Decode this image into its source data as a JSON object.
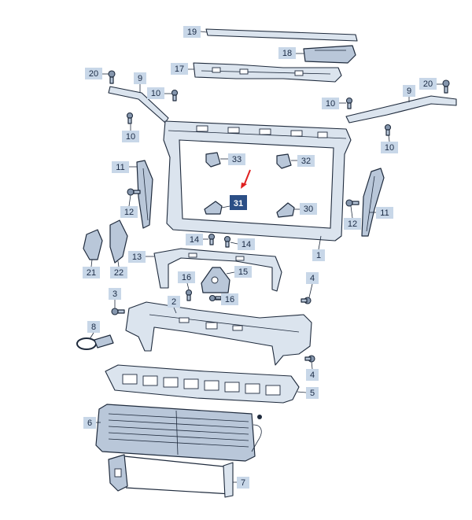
{
  "diagram": {
    "highlighted_part": "31",
    "arrow_color": "#e02020",
    "badge_color": "#c8d7e8",
    "highlight_color": "#2c4f86",
    "callouts": {
      "c1": "1",
      "c2": "2",
      "c3": "3",
      "c4a": "4",
      "c4b": "4",
      "c5": "5",
      "c6": "6",
      "c7": "7",
      "c8": "8",
      "c9a": "9",
      "c9b": "9",
      "c10a": "10",
      "c10b": "10",
      "c10c": "10",
      "c10d": "10",
      "c11a": "11",
      "c11b": "11",
      "c12a": "12",
      "c12b": "12",
      "c13": "13",
      "c14a": "14",
      "c14b": "14",
      "c15": "15",
      "c16a": "16",
      "c16b": "16",
      "c17": "17",
      "c18": "18",
      "c19": "19",
      "c20a": "20",
      "c20b": "20",
      "c21": "21",
      "c22": "22",
      "c30": "30",
      "c31": "31",
      "c32": "32",
      "c33": "33"
    }
  }
}
